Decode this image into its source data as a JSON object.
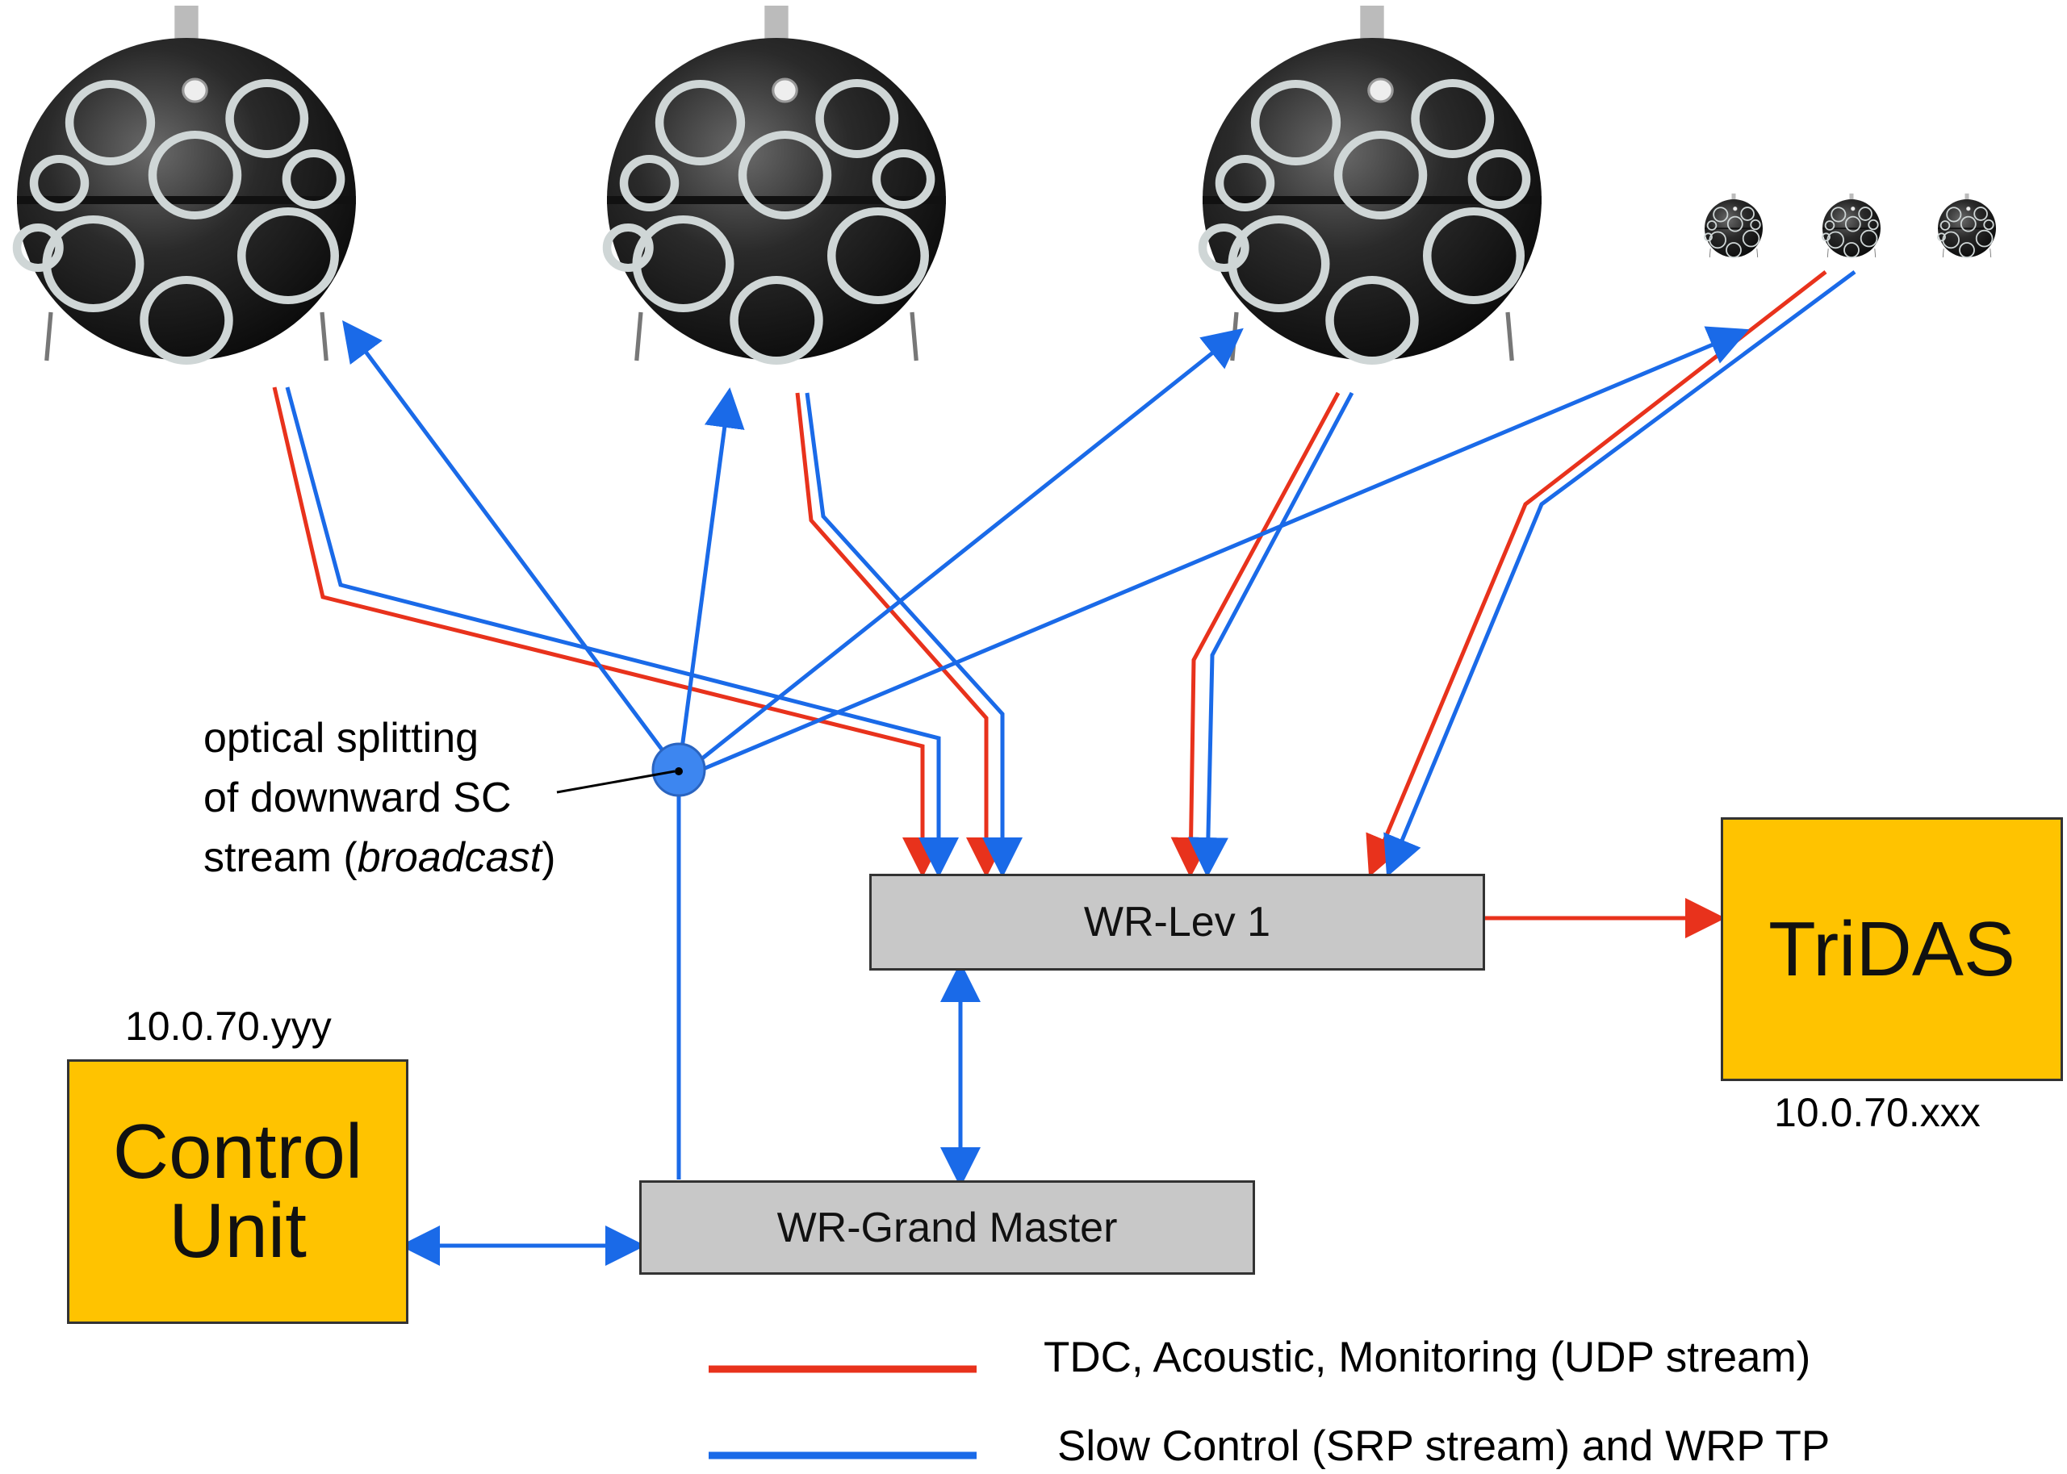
{
  "icons": {
    "dom": "optical-module-sphere-icon",
    "dom_small": "optical-module-small-icon",
    "splitter": "optical-splitter-node-icon"
  },
  "colors": {
    "udp_stream": "#e8321c",
    "sc_stream": "#1a6ae8",
    "unit_box": "#ffc300",
    "switch_box": "#c8c8c8",
    "splitter": "#3d86f0"
  },
  "splitter_note": {
    "line1": "optical splitting",
    "line2": "of downward SC",
    "line3_pre": "stream (",
    "line3_em": "broadcast",
    "line3_post": ")"
  },
  "boxes": {
    "wr_lev1": "WR-Lev 1",
    "wr_grandmaster": "WR-Grand Master",
    "tridas": "TriDAS",
    "control_unit_line1": "Control",
    "control_unit_line2": "Unit"
  },
  "addresses": {
    "control_unit": "10.0.70.yyy",
    "tridas": "10.0.70.xxx"
  },
  "legend": [
    {
      "label": "TDC, Acoustic, Monitoring (UDP stream)",
      "color": "#e8321c"
    },
    {
      "label": "Slow Control (SRP stream) and WRP TP",
      "color": "#1a6ae8"
    }
  ]
}
